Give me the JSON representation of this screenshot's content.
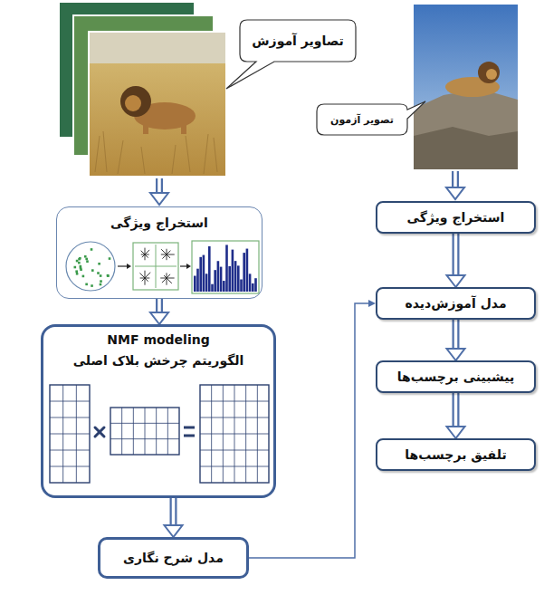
{
  "diagram": {
    "nodes": [
      {
        "text": [
          "تصاویر آموزش"
        ]
      },
      {
        "text": [
          "تصویر آزمون"
        ]
      },
      {
        "text": [
          "استخراج ویژگی"
        ]
      },
      {
        "text": [
          "NMF modeling",
          "الگوریتم چرخش بلاک اصلی"
        ]
      },
      {
        "text": [
          "مدل شرح نگاری"
        ]
      },
      {
        "text": [
          "استخراج ویژگی"
        ]
      },
      {
        "text": [
          "مدل آموزش‌دیده"
        ]
      },
      {
        "text": [
          "پیشبینی برچسب‌ها"
        ]
      },
      {
        "text": [
          "تلفیق برچسب‌ها"
        ]
      }
    ],
    "edges": [
      {
        "from": 2,
        "to": 3,
        "arrow": "to"
      },
      {
        "from": 3,
        "to": 4,
        "arrow": "to"
      },
      {
        "from": 4,
        "to": 6,
        "arrow": "to"
      },
      {
        "from": 5,
        "to": 6,
        "arrow": "to"
      },
      {
        "from": 6,
        "to": 7,
        "arrow": "to"
      },
      {
        "from": 7,
        "to": 8,
        "arrow": "to"
      }
    ]
  }
}
